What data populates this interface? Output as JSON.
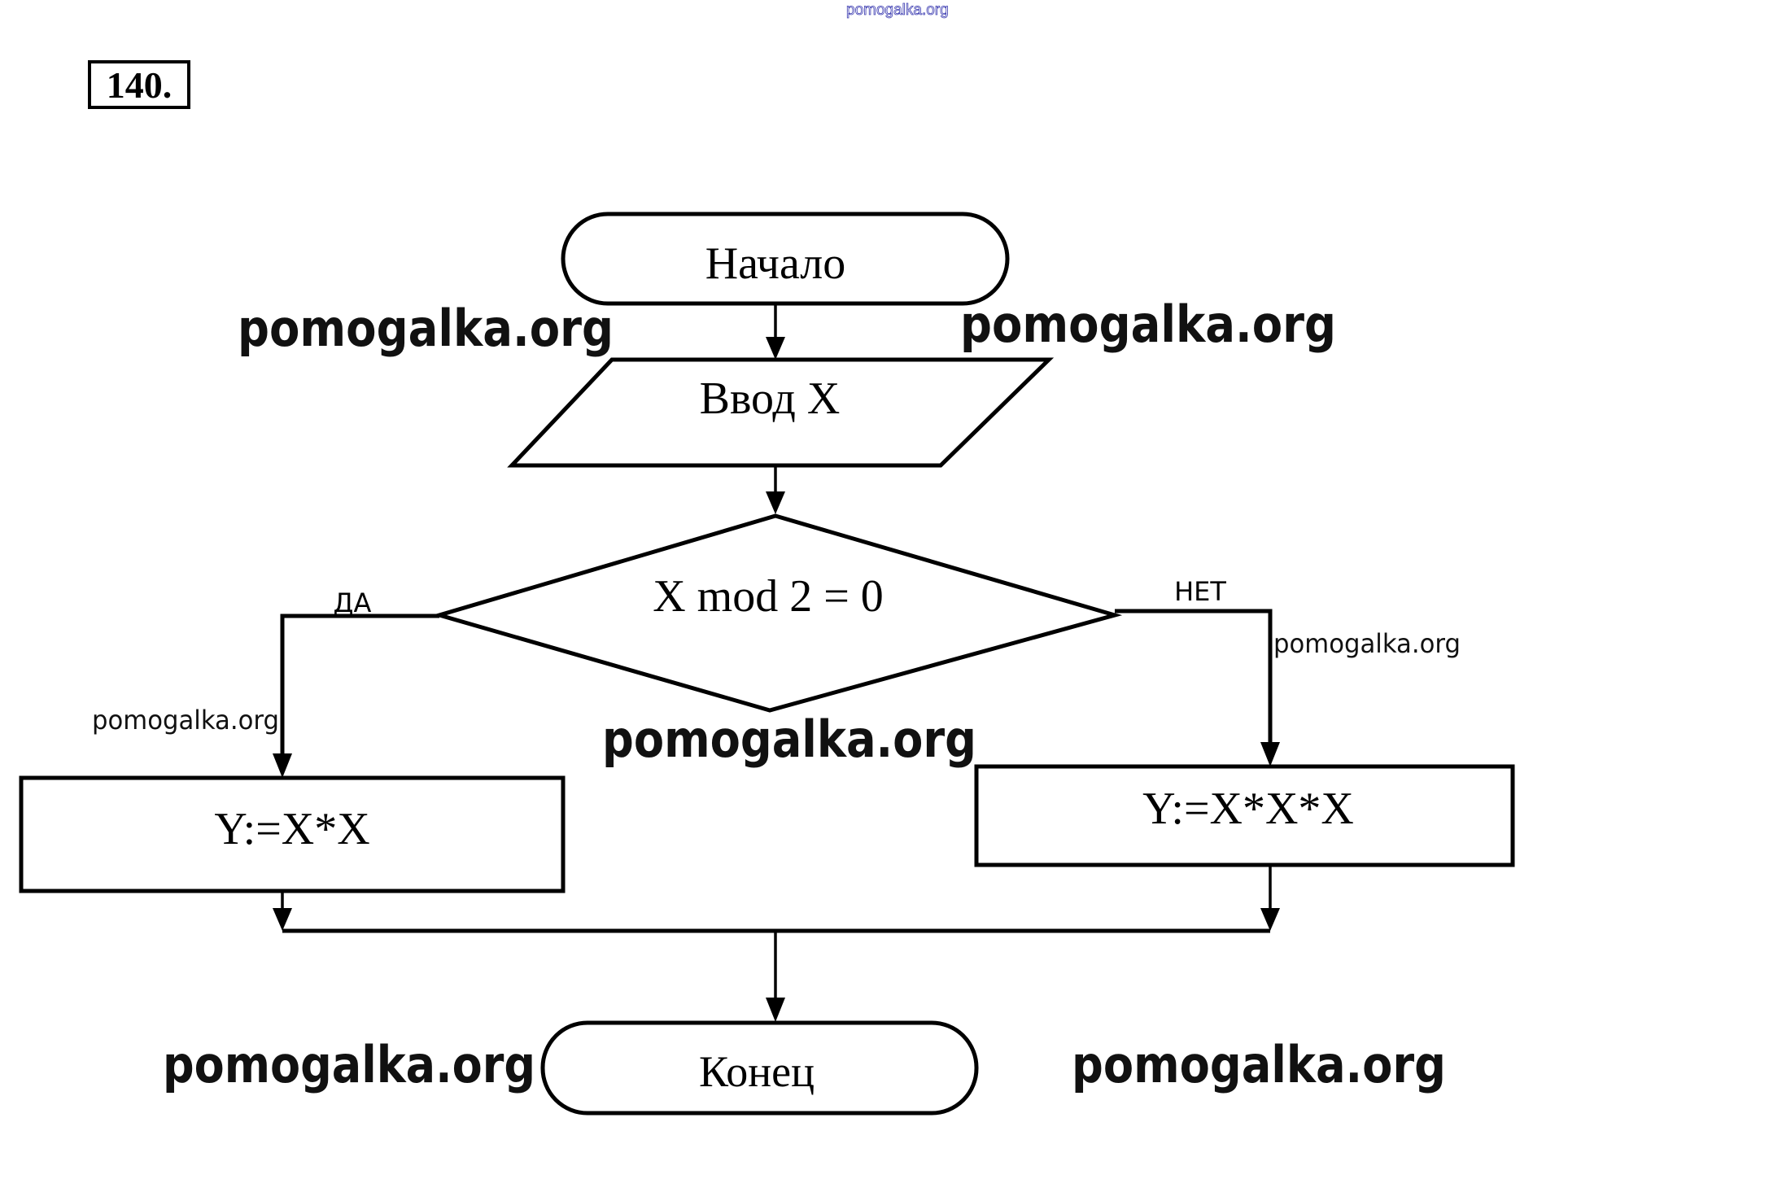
{
  "problem_number": "140.",
  "watermark": {
    "text": "pomogalka.org",
    "top_color": "#3a3ab0"
  },
  "flowchart": {
    "start": {
      "label": "Начало",
      "shape": "terminal"
    },
    "input": {
      "label": "Ввод X",
      "shape": "parallelogram"
    },
    "condition": {
      "label": "X mod 2 = 0",
      "shape": "diamond",
      "yes_label": "ДА",
      "no_label": "НЕТ"
    },
    "yes_branch": {
      "label": "Y:=X*X",
      "shape": "process"
    },
    "no_branch": {
      "label": "Y:=X*X*X",
      "shape": "process"
    },
    "end": {
      "label": "Конец",
      "shape": "terminal"
    }
  }
}
